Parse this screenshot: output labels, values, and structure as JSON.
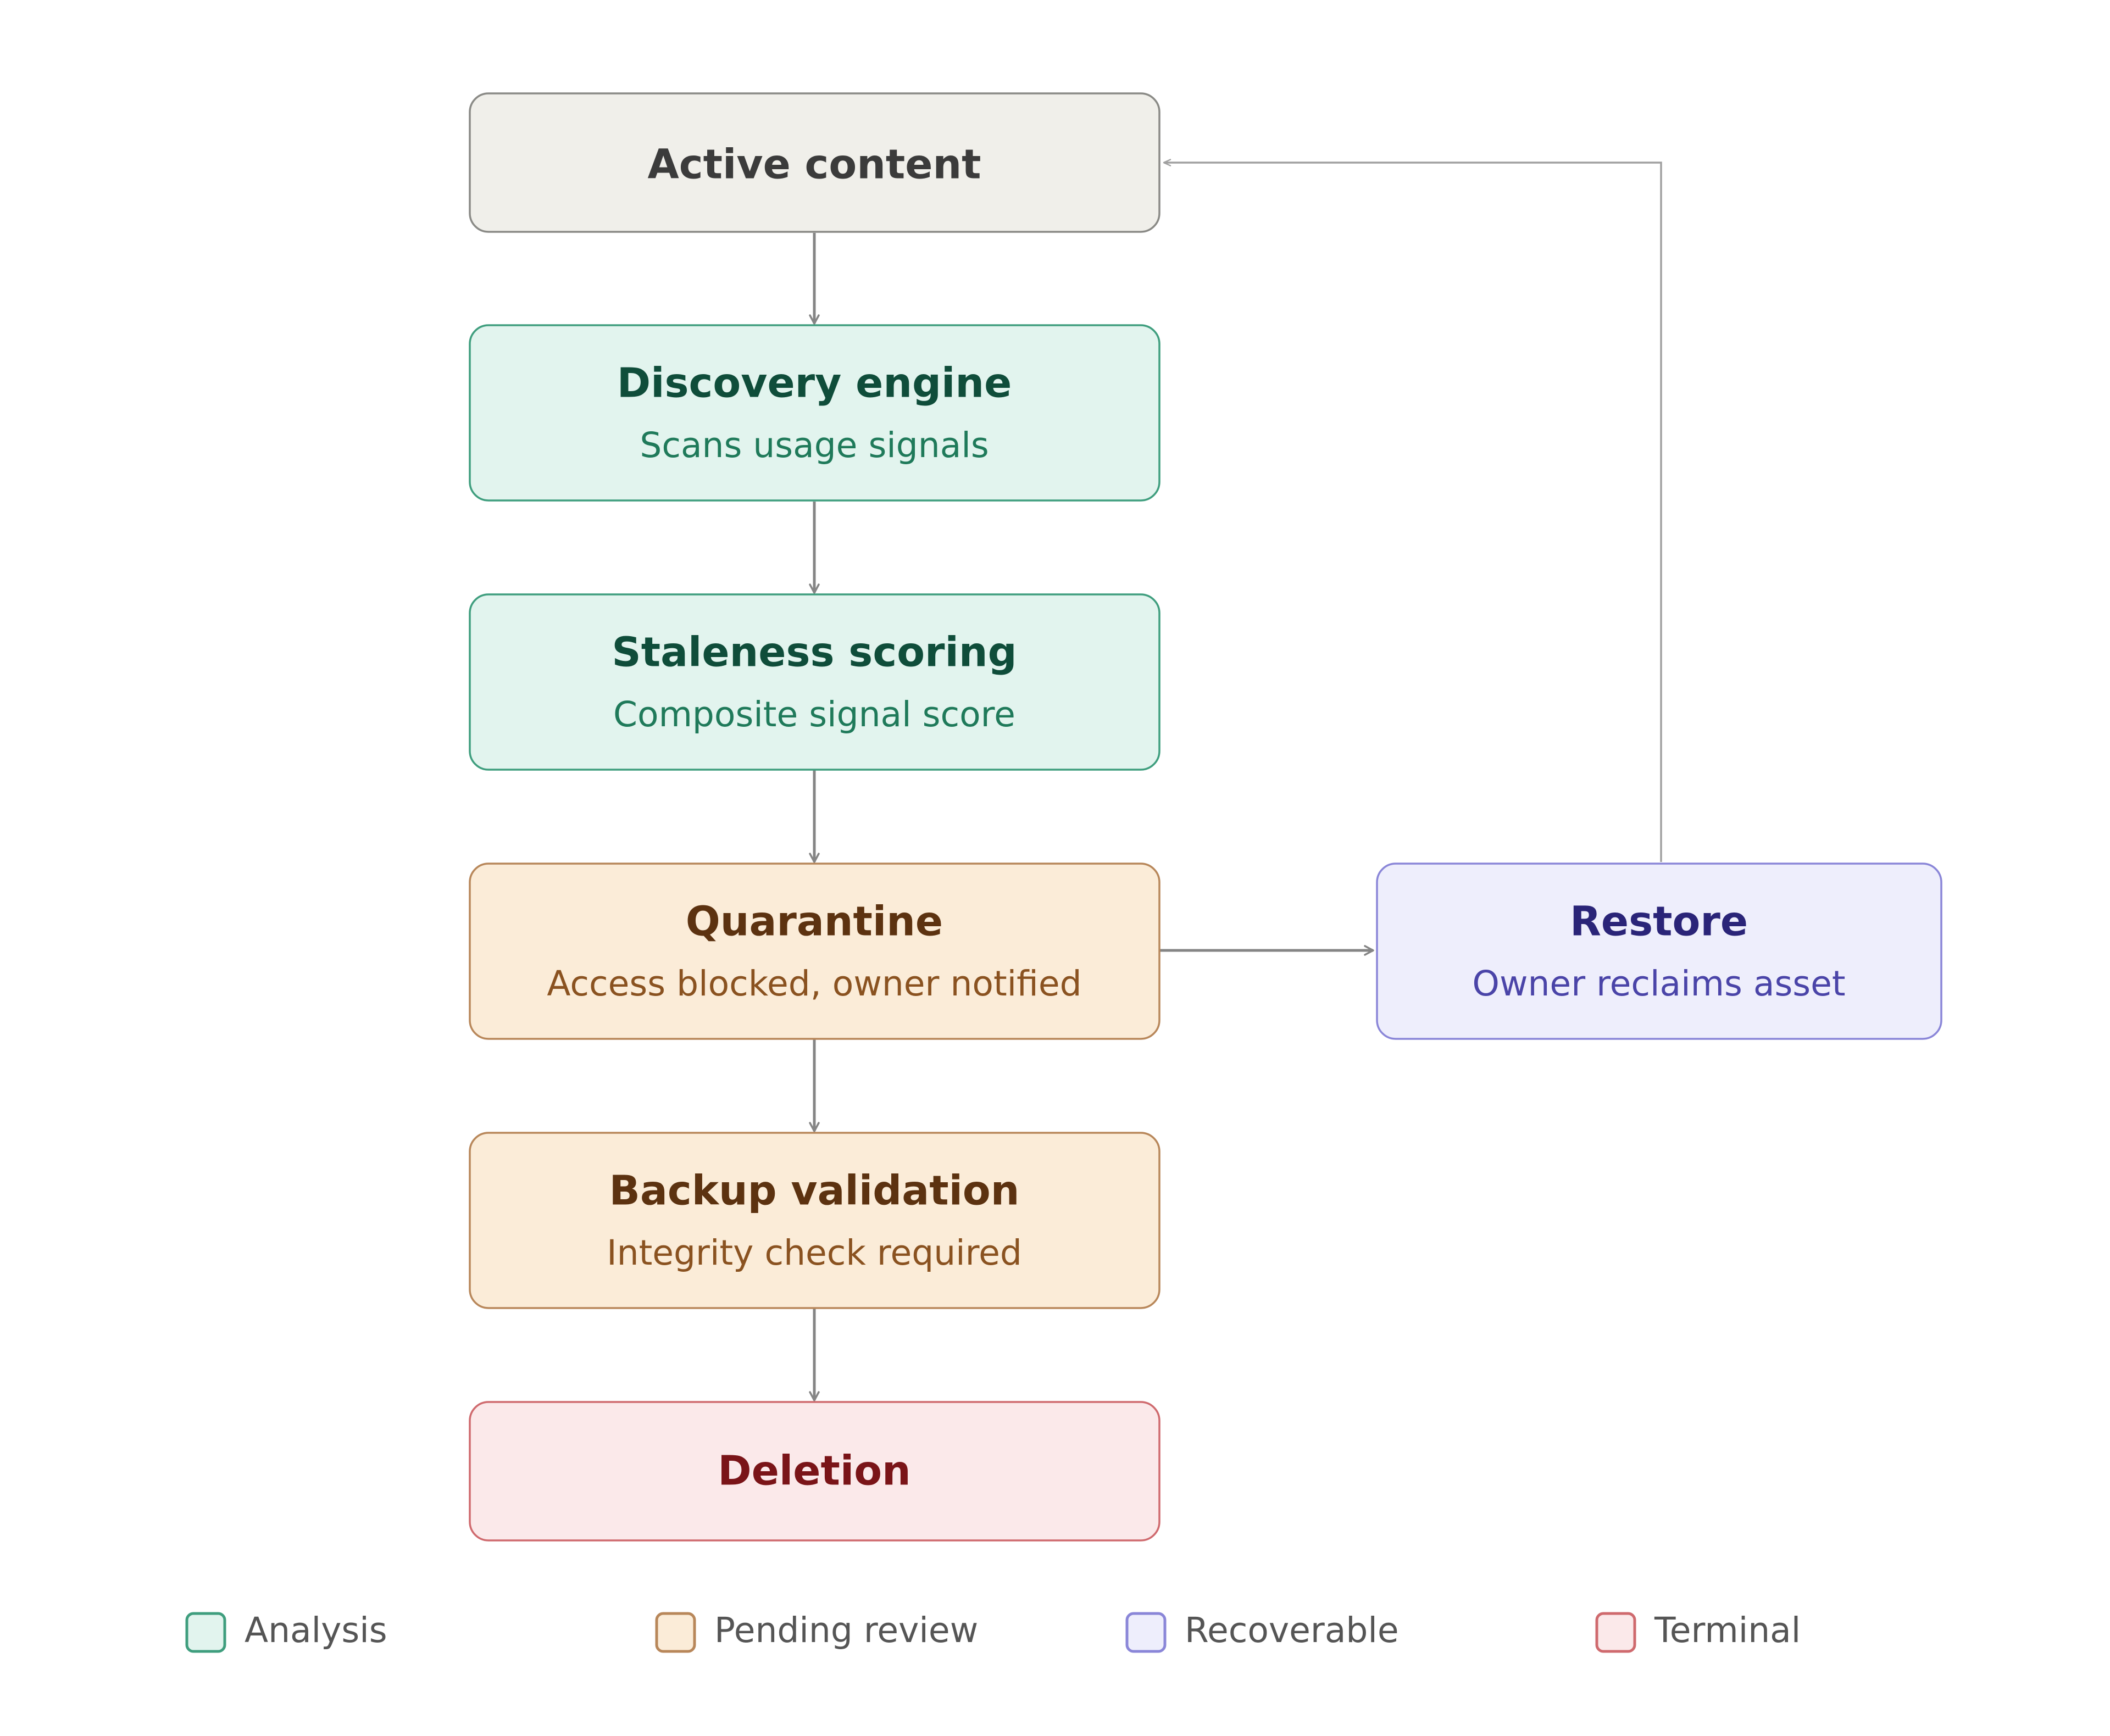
{
  "nodes": {
    "active": {
      "title": "Active content",
      "subtitle": ""
    },
    "discovery": {
      "title": "Discovery engine",
      "subtitle": "Scans usage signals"
    },
    "staleness": {
      "title": "Staleness scoring",
      "subtitle": "Composite signal score"
    },
    "quarantine": {
      "title": "Quarantine",
      "subtitle": "Access blocked, owner notified"
    },
    "backup": {
      "title": "Backup validation",
      "subtitle": "Integrity check required"
    },
    "deletion": {
      "title": "Deletion",
      "subtitle": ""
    },
    "restore": {
      "title": "Restore",
      "subtitle": "Owner reclaims asset"
    }
  },
  "legend": {
    "analysis": "Analysis",
    "pending": "Pending review",
    "recoverable": "Recoverable",
    "terminal": "Terminal"
  },
  "colors": {
    "neutral_fill": "#f0efea",
    "neutral_stroke": "#8a8a86",
    "neutral_text": "#3b3b3b",
    "analysis_fill": "#e2f4ee",
    "analysis_stroke": "#3f9e7e",
    "analysis_title": "#0f4d3a",
    "analysis_sub": "#1f7a5a",
    "pending_fill": "#fbecd8",
    "pending_stroke": "#b8875a",
    "pending_title": "#5c3210",
    "pending_sub": "#8a5220",
    "recoverable_fill": "#eeeefc",
    "recoverable_stroke": "#8a86d8",
    "recoverable_title": "#2a2478",
    "recoverable_sub": "#4a44a8",
    "terminal_fill": "#fbe9ea",
    "terminal_stroke": "#cf6a6e",
    "terminal_title": "#7a1418",
    "arrow": "#858585",
    "loop_arrow": "#a0a0a0"
  }
}
